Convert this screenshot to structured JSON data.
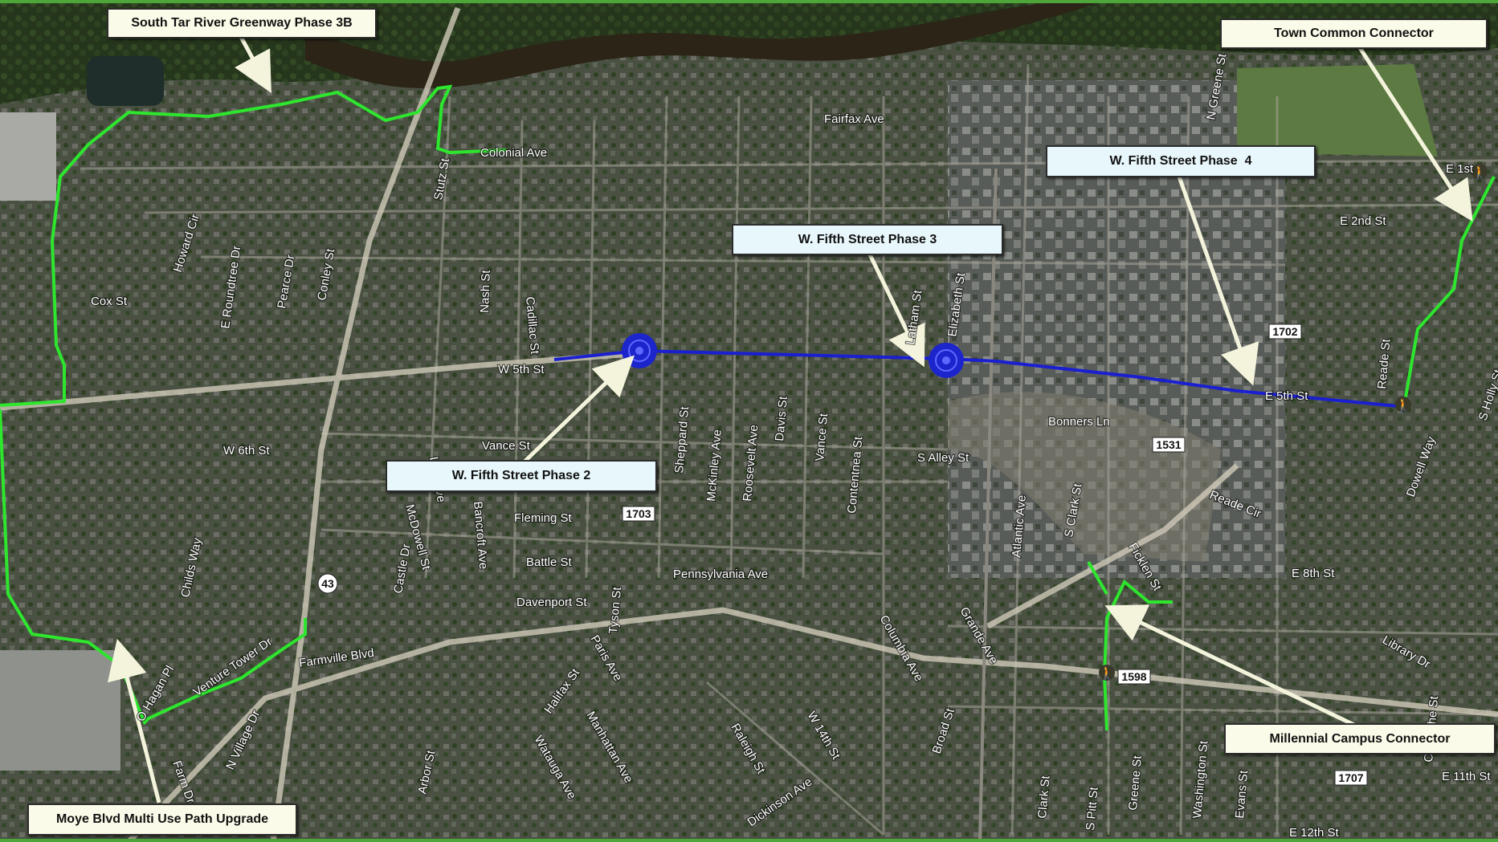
{
  "colors": {
    "greenway": "#2ee62e",
    "fifth_street": "#1a1fd0",
    "node_fill": "#1c25cc",
    "callout_bg": "#fbfbe9",
    "callout_blue_bg": "#e8f7fb",
    "arrow": "#f4f4dc"
  },
  "callouts": {
    "south_tar": "South Tar River Greenway Phase 3B",
    "town_common": "Town Common Connector",
    "fifth_phase4": "W. Fifth Street Phase  4",
    "fifth_phase3": "W. Fifth Street Phase 3",
    "fifth_phase2": "W. Fifth Street Phase 2",
    "millennial": "Millennial Campus Connector",
    "moye": "Moye Blvd Multi Use Path Upgrade"
  },
  "streets": {
    "fairfax": "Fairfax Ave",
    "colonial": "Colonial Ave",
    "stutz": "Stutz St",
    "cadillac": "Cadillac St",
    "nash": "Nash St",
    "howard": "Howard Cir",
    "roundtree": "E Roundtree Dr",
    "pearce": "Pearce Dr",
    "conley": "Conley St",
    "cox": "Cox St",
    "w5th": "W 5th St",
    "w6th": "W 6th St",
    "vance1": "Vance St",
    "line": "Line Ave",
    "sheppard": "Sheppard St",
    "mckinley": "McKinley Ave",
    "roosevelt": "Roosevelt Ave",
    "davis": "Davis St",
    "vance2": "Vance St",
    "contentnea": "Contentnea St",
    "latham": "Latham St",
    "elizabeth": "Elizabeth St",
    "salley": "S Alley St",
    "bonners": "Bonners Ln",
    "e2nd": "E 2nd St",
    "e1st": "E 1st",
    "e5th": "E 5th St",
    "reade": "Reade St",
    "holly": "S Holly St",
    "dowell": "Dowell Way",
    "readecir": "Reade Cir",
    "e8th": "E 8th St",
    "ngreene": "N Greene St",
    "fleming": "Fleming St",
    "battle": "Battle St",
    "davenport": "Davenport St",
    "pennsylvania": "Pennsylvania Ave",
    "mcdowell": "McDowell St",
    "bancroft": "Bancroft Ave",
    "castle": "Castle Dr",
    "childs": "Childs Way",
    "farmville": "Farmville Blvd",
    "venture": "Venture Tower Dr",
    "ohagan": "O Hagan Pl",
    "farm": "Farm Dr",
    "nvillage": "N Village Dr",
    "halifax": "Halifax St",
    "paris": "Paris Ave",
    "manhattan": "Manhattan Ave",
    "watauga": "Watauga Ave",
    "arbor": "Arbor St",
    "raleigh": "Raleigh St",
    "w14th": "W 14th St",
    "broad": "Broad St",
    "columbia": "Columbia Ave",
    "grande": "Grande Ave",
    "atlantic": "Atlantic Ave",
    "sclark": "S Clark St",
    "ficklen": "Ficklen St",
    "clark": "Clark St",
    "spitt": "S Pitt St",
    "greene": "Greene St",
    "washington": "Washington St",
    "evans": "Evans St",
    "e12th": "E 12th St",
    "e11th": "E 11th St",
    "library": "Library Dr",
    "dickinson": "Dickinson Ave",
    "tyson": "Tyson St",
    "cotanche": "Cotanche St"
  },
  "route_shields": {
    "r1702": "1702",
    "r1531": "1531",
    "r1703": "1703",
    "r1598": "1598",
    "r1707": "1707",
    "r43": "43"
  }
}
